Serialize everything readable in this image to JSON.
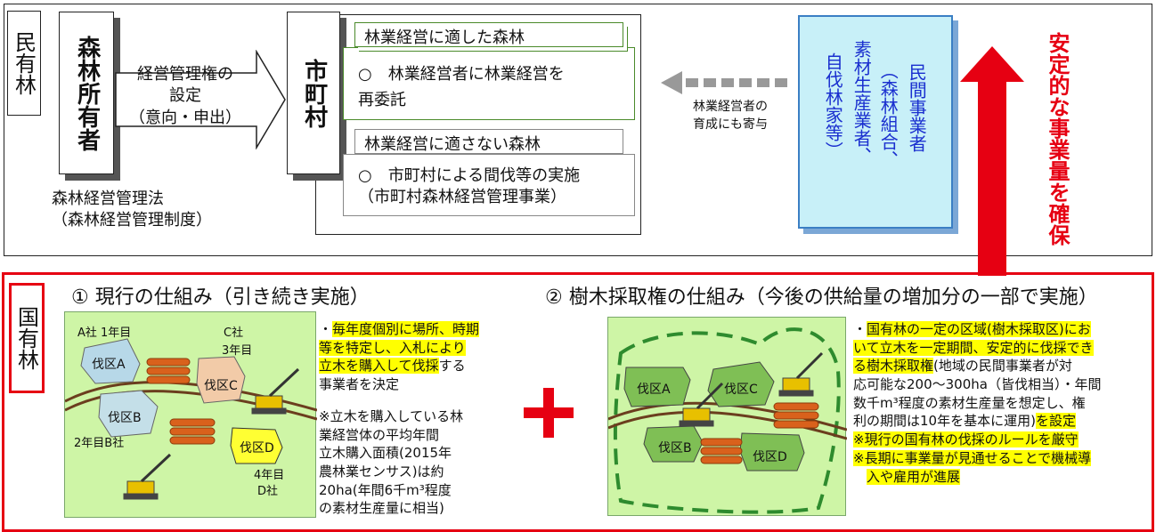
{
  "colors": {
    "red": "#e60012",
    "blue_text": "#1a2fcf",
    "field_green": "#cef5a6",
    "highlight": "#ffff00",
    "private_bg": "#c8f0f8"
  },
  "top": {
    "label": "民有林",
    "owner": "森林所有者",
    "arrow_text": [
      "経営管理権の",
      "設定",
      "（意向・申出）"
    ],
    "municipality": "市町村",
    "law": [
      "森林経営管理法",
      "（森林経営管理制度）"
    ],
    "suitable": {
      "title": "林業経営に適した森林",
      "body_line1": "○　林業経営者に林業経営を",
      "body_line2": "再委託"
    },
    "unsuitable": {
      "title": "林業経営に適さない森林",
      "body_line1": "○　市町村による間伐等の実施",
      "body_line2": "（市町村森林経営管理事業）"
    },
    "nurture": [
      "林業経営者の",
      "育成にも寄与"
    ],
    "private_cols": [
      "民間事業者",
      "（森林組合、",
      "素材生産業者、",
      "自伐林家等）"
    ],
    "stable": "安定的な事業量を確保"
  },
  "bottom": {
    "label": "国有林",
    "left_heading": "① 現行の仕組み（引き続き実施）",
    "right_heading": "② 樹木採取権の仕組み（今後の供給量の増加分の一部で実施）",
    "left_map": {
      "a_company": "A社  1年目",
      "c_company": "C社",
      "c_year": "3年目",
      "b_company": "2年目B社",
      "d_year": "4年目",
      "d_company": "D社",
      "plots": [
        "伐区A",
        "伐区B",
        "伐区C",
        "伐区D"
      ]
    },
    "right_map": {
      "plots": [
        "伐区A",
        "伐区B",
        "伐区C",
        "伐区D"
      ]
    },
    "left_note1": {
      "p1": "・",
      "h1": "毎年度個別に場所、時期",
      "h2": "等を特定し、入札により",
      "h3": "立木を購入して伐採",
      "p2": "する",
      "p3": "事業者を決定"
    },
    "left_note2": [
      "※立木を購入している林",
      "業経営体の平均年間",
      "立木購入面積(2015年",
      "農林業センサス)は約",
      "20ha(年間6千m³程度",
      "の素材生産量に相当)"
    ],
    "right_note": {
      "p1": "・",
      "h1": "国有林の一定の区域(樹木採取区)にお",
      "h2": "いて立木を一定期間、安定的に伐採でき",
      "h3": "る樹木採取権",
      "p2": "(地域の民間事業者が対",
      "p3": "応可能な200～300ha（皆伐相当）・年間",
      "p4": "数千m³程度の素材生産量を想定し、権",
      "p5": "利の期間は10年を基本に運用)",
      "h4": "を設定",
      "h5": "※現行の国有林の伐採のルールを厳守",
      "h6": "※長期に事業量が見通せることで機械導",
      "h7": "入や雇用が進展"
    }
  }
}
